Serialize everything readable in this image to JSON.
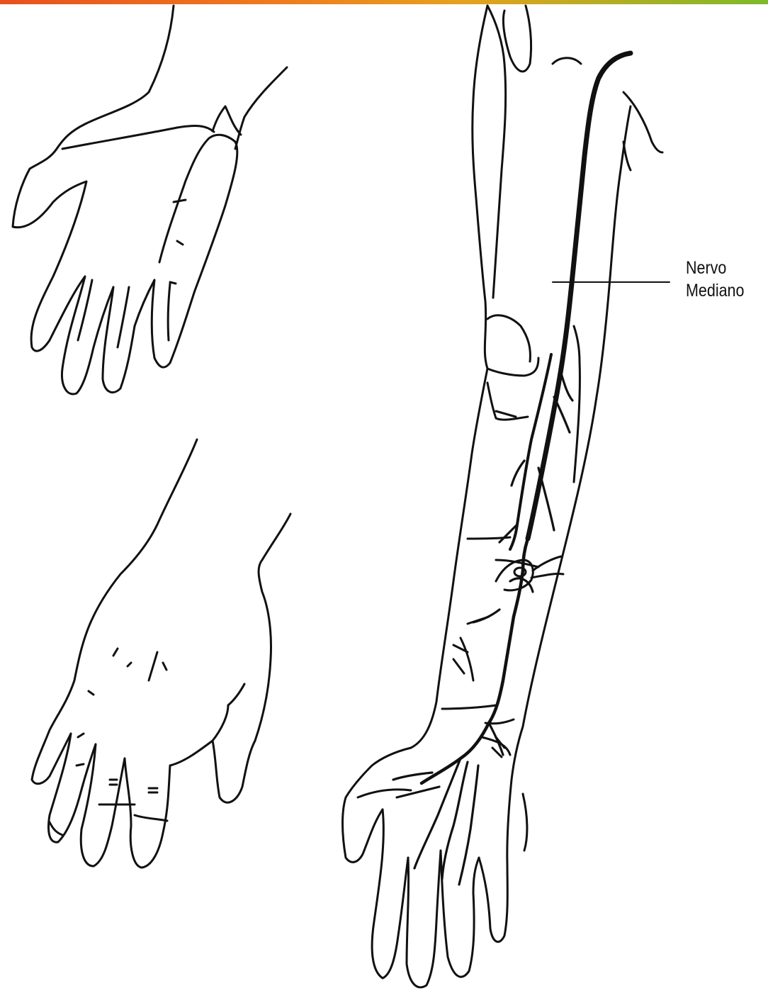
{
  "header_bar": {
    "colors": [
      "#e8501e",
      "#ee7a1f",
      "#e6a11e",
      "#7dba2a"
    ]
  },
  "figures": [
    {
      "name": "hand-palm-up"
    },
    {
      "name": "hand-dorsal"
    },
    {
      "name": "arm-with-median-nerve"
    }
  ],
  "annotation": {
    "line1": "Nervo",
    "line2": "Mediano"
  }
}
